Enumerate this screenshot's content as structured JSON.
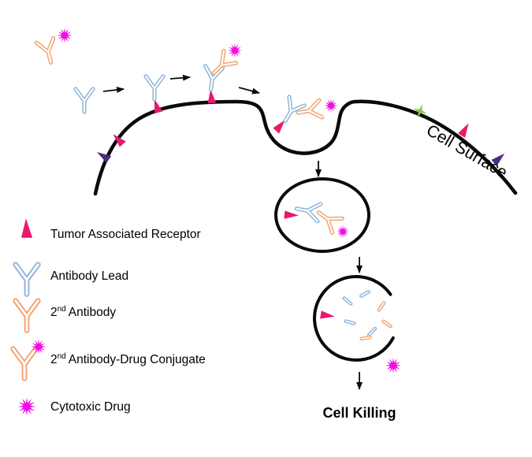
{
  "colors": {
    "membrane": "#0a0a0a",
    "receptor": "#e9196e",
    "antibody_lead": "#92b4d8",
    "second_antibody": "#f3a46f",
    "drug": "#ee10e3",
    "accessory_purple": "#4f2a7f",
    "accessory_green": "#8cc63f",
    "text": "#000000"
  },
  "diagram": {
    "cell_surface_label": "Cell Surface",
    "cell_killing_label": "Cell Killing"
  },
  "legend": {
    "items": [
      {
        "name": "tumor-associated-receptor",
        "icon": "receptor-icon",
        "label": "Tumor Associated Receptor"
      },
      {
        "name": "antibody-lead",
        "icon": "antibody-lead-icon",
        "label": "Antibody Lead"
      },
      {
        "name": "second-antibody",
        "icon": "second-antibody-icon",
        "num": "2",
        "sup": "nd",
        "rest": "Antibody"
      },
      {
        "name": "second-antibody-drug-conjugate",
        "icon": "second-antibody-drug-conjugate-icon",
        "num": "2",
        "sup": "nd",
        "rest": "Antibody-Drug Conjugate"
      },
      {
        "name": "cytotoxic-drug",
        "icon": "cytotoxic-drug-icon",
        "label": "Cytotoxic Drug"
      }
    ]
  }
}
